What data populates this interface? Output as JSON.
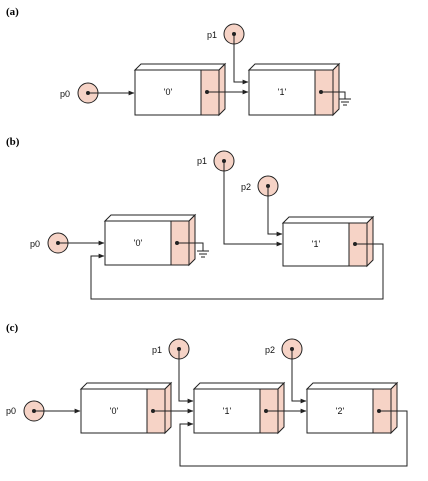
{
  "colors": {
    "node_pink": "#f6d3c6",
    "stroke": "#222222"
  },
  "panels": [
    {
      "label": "(a)",
      "pointers": [
        "p0",
        "p1"
      ],
      "nodes": [
        "'0'",
        "'1'"
      ]
    },
    {
      "label": "(b)",
      "pointers": [
        "p0",
        "p1",
        "p2"
      ],
      "nodes": [
        "'0'",
        "'1'"
      ]
    },
    {
      "label": "(c)",
      "pointers": [
        "p0",
        "p1",
        "p2"
      ],
      "nodes": [
        "'0'",
        "'1'",
        "'2'"
      ]
    }
  ]
}
